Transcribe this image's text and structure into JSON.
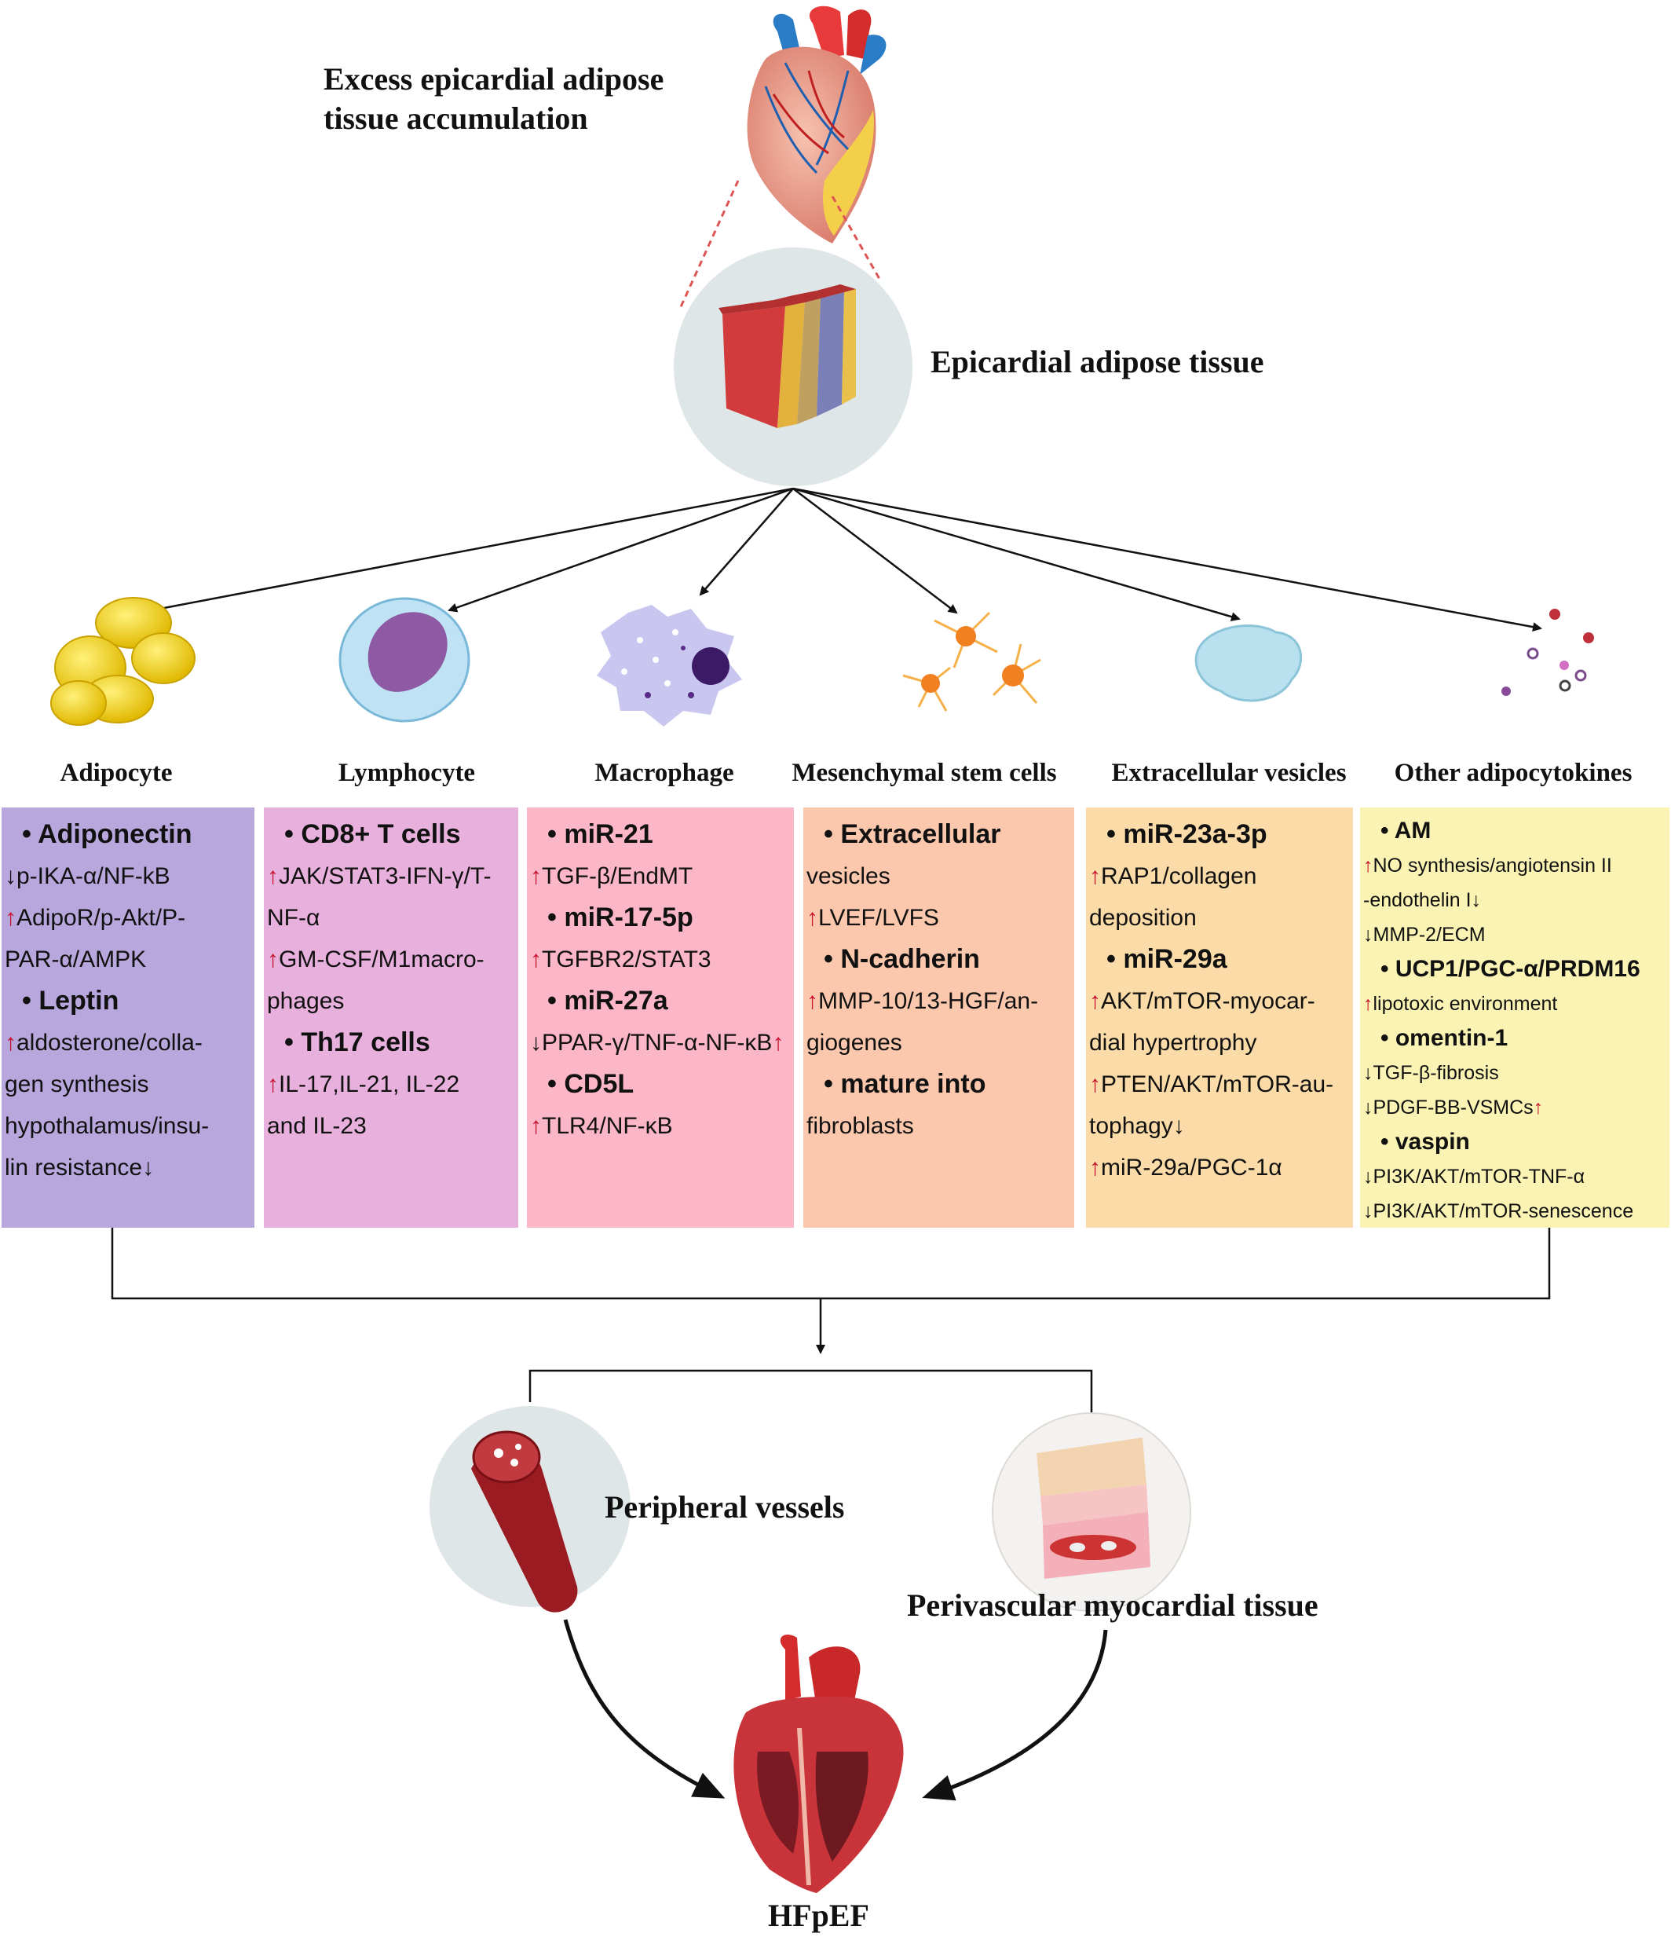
{
  "header": {
    "title_line1": "Excess epicardial adipose",
    "title_line2": "tissue accumulation",
    "eat_label": "Epicardial adipose tissue"
  },
  "columns": [
    {
      "title": "Adipocyte",
      "color": "#b8a7dc",
      "lines": [
        {
          "bullet": "• ",
          "text": "Adiponectin"
        },
        {
          "text": "p-IKA-α/NF-kB",
          "arrow_before": "↓"
        },
        {
          "text": "AdipoR/p-Akt/P-",
          "arrow_before": "↑"
        },
        {
          "text": "PAR-α/AMPK"
        },
        {
          "bullet": "• ",
          "text": "Leptin"
        },
        {
          "text": "aldosterone/colla-",
          "arrow_before": "↑"
        },
        {
          "text": "gen synthesis"
        },
        {
          "text": "hypothalamus/insu-"
        },
        {
          "text": "lin resistance",
          "arrow_after": "↓"
        }
      ]
    },
    {
      "title": "Lymphocyte",
      "color": "#e8b0dc",
      "lines": [
        {
          "bullet": "• ",
          "text": "CD8+ T cells"
        },
        {
          "text": "JAK/STAT3-IFN-γ/T-",
          "arrow_before": "↑"
        },
        {
          "text": "NF-α"
        },
        {
          "text": "GM-CSF/M1macro-",
          "arrow_before": "↑"
        },
        {
          "text": "phages"
        },
        {
          "bullet": "• ",
          "text": "Th17 cells"
        },
        {
          "text": "IL-17,IL-21, IL-22",
          "arrow_before": "↑"
        },
        {
          "text": "and IL-23"
        }
      ]
    },
    {
      "title": "Macrophage",
      "color": "#fbb6c8",
      "lines": [
        {
          "bullet": "• ",
          "text": "miR-21"
        },
        {
          "text": "TGF-β/EndMT",
          "arrow_before": "↑"
        },
        {
          "bullet": "• ",
          "text": "miR-17-5p"
        },
        {
          "text": "TGFBR2/STAT3",
          "arrow_before": "↑"
        },
        {
          "bullet": "• ",
          "text": "miR-27a"
        },
        {
          "text": "PPAR-γ/TNF-α-NF-κB",
          "arrow_before": "↓",
          "arrow_after": "↑"
        },
        {
          "bullet": "• ",
          "text": "CD5L"
        },
        {
          "text": "TLR4/NF-κB",
          "arrow_before": "↑"
        }
      ]
    },
    {
      "title": "Mesenchymal stem cells",
      "color": "#fbc8ae",
      "lines": [
        {
          "bullet": "• ",
          "text": "Extracellular"
        },
        {
          "text": "vesicles"
        },
        {
          "text": "LVEF/LVFS",
          "arrow_before": "↑"
        },
        {
          "bullet": "• ",
          "text": "N-cadherin"
        },
        {
          "text": "MMP-10/13-HGF/an-",
          "arrow_before": "↑"
        },
        {
          "text": "giogenes"
        },
        {
          "bullet": "• ",
          "text": "mature into"
        },
        {
          "text": "fibroblasts"
        }
      ]
    },
    {
      "title": "Extracellular vesicles",
      "color": "#fbdca8",
      "lines": [
        {
          "bullet": "• ",
          "text": "miR-23a-3p"
        },
        {
          "text": "RAP1/collagen",
          "arrow_before": "↑"
        },
        {
          "text": "deposition"
        },
        {
          "bullet": "• ",
          "text": "miR-29a"
        },
        {
          "text": "AKT/mTOR-myocar-",
          "arrow_before": "↑"
        },
        {
          "text": "dial hypertrophy"
        },
        {
          "text": "PTEN/AKT/mTOR-au-",
          "arrow_before": "↑"
        },
        {
          "text": "tophagy",
          "arrow_after": "↓"
        },
        {
          "text": "miR-29a/PGC-1α",
          "arrow_before": "↑"
        }
      ]
    },
    {
      "title": "Other adipocytokines",
      "color": "#faf3b4",
      "lines": [
        {
          "bullet": "• ",
          "text": "AM"
        },
        {
          "text": "NO synthesis/angiotensin II",
          "arrow_before": "↑"
        },
        {
          "text": "-endothelin I",
          "arrow_after": "↓"
        },
        {
          "text": "MMP-2/ECM",
          "arrow_before": "↓"
        },
        {
          "bullet": "• ",
          "text": "UCP1/PGC-α/PRDM16"
        },
        {
          "text": "lipotoxic environment",
          "arrow_before": "↑"
        },
        {
          "bullet": "• ",
          "text": "omentin-1"
        },
        {
          "text": "TGF-β-fibrosis",
          "arrow_before": "↓"
        },
        {
          "text": "PDGF-BB-VSMCs",
          "arrow_before": "↓",
          "arrow_after": "↑"
        },
        {
          "bullet": "• ",
          "text": "vaspin"
        },
        {
          "text": "PI3K/AKT/mTOR-TNF-α",
          "arrow_before": "↓"
        },
        {
          "text": "PI3K/AKT/mTOR-senescence",
          "arrow_before": "↓"
        }
      ]
    }
  ],
  "outcomes": {
    "peripheral": "Peripheral vessels",
    "perivascular": "Perivascular myocardial tissue",
    "final": "HFpEF"
  },
  "colors": {
    "arrow_up": "#c8102e",
    "arrow_down": "#111111",
    "circle_bg": "#dfe6e8"
  }
}
